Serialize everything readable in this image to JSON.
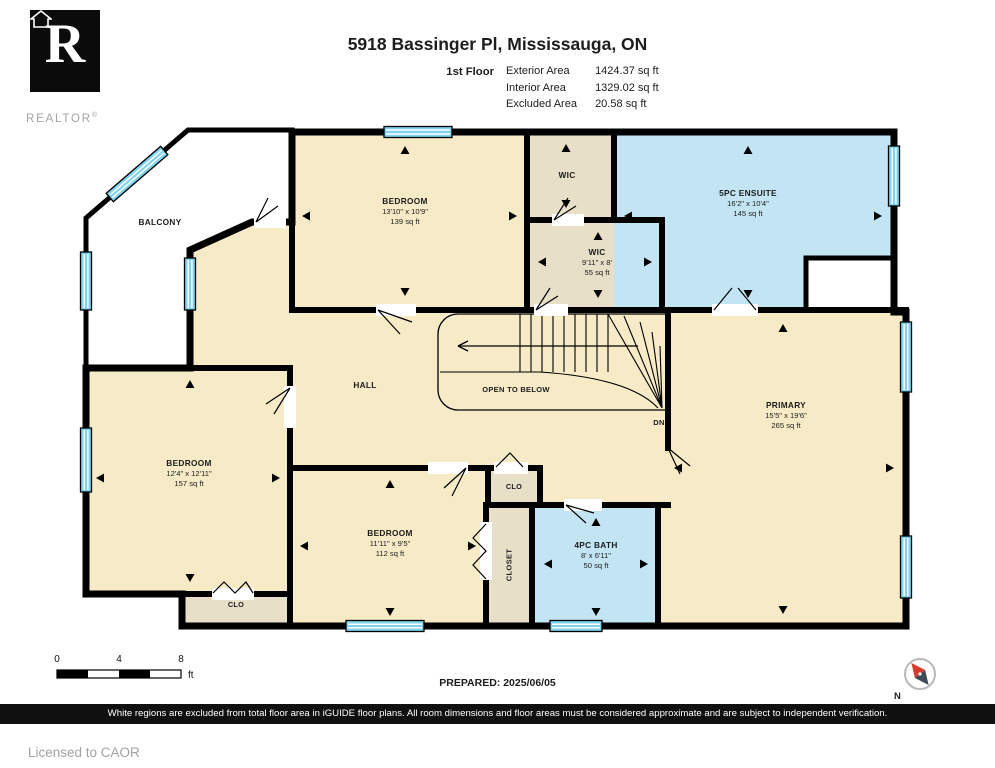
{
  "header": {
    "title": "5918 Bassinger Pl, Mississauga, ON",
    "floor_label": "1st Floor",
    "area_lines": [
      {
        "label": "Exterior Area",
        "value": "1424.37 sq ft"
      },
      {
        "label": "Interior Area",
        "value": "1329.02 sq ft"
      },
      {
        "label": "Excluded Area",
        "value": "20.58 sq ft"
      }
    ]
  },
  "logo": {
    "letter": "R",
    "brand": "REALTOR",
    "reg": "®"
  },
  "rooms": {
    "balcony": {
      "name": "BALCONY"
    },
    "bedroom_top": {
      "name": "BEDROOM",
      "dims": "13'10\" x 10'9\"",
      "area": "139 sq ft"
    },
    "wic_small": {
      "name": "WIC"
    },
    "wic_large": {
      "name": "WIC",
      "dims": "9'11\" x 8'",
      "area": "55 sq ft"
    },
    "ensuite": {
      "name": "5PC ENSUITE",
      "dims": "16'2\" x 10'4\"",
      "area": "145 sq ft"
    },
    "primary": {
      "name": "PRIMARY",
      "dims": "15'5\" x 19'6\"",
      "area": "265 sq ft"
    },
    "hall": {
      "name": "HALL"
    },
    "open_to_below": {
      "name": "OPEN TO BELOW"
    },
    "stairs": {
      "down_label": "DN"
    },
    "bedroom_left": {
      "name": "BEDROOM",
      "dims": "12'4\" x 12'11\"",
      "area": "157 sq ft"
    },
    "bedroom_bottom": {
      "name": "BEDROOM",
      "dims": "11'11\" x 9'5\"",
      "area": "112 sq ft"
    },
    "clo_mid": {
      "name": "CLO"
    },
    "closet": {
      "name": "CLOSET"
    },
    "bath": {
      "name": "4PC BATH",
      "dims": "8' x 6'11\"",
      "area": "50 sq ft"
    },
    "clo_bottom": {
      "name": "CLO"
    }
  },
  "scale_bar": {
    "ticks": [
      "0",
      "4",
      "8"
    ],
    "unit": "ft"
  },
  "prepared_label": "PREPARED: 2025/06/05",
  "compass": {
    "north_label": "N"
  },
  "footer": {
    "disclaimer": "White regions are excluded from total floor area in iGUIDE floor plans. All room dimensions and floor areas must be considered approximate and are subject to independent verification.",
    "licensed_to": "Licensed to CAOR"
  },
  "colors": {
    "floor_cream": "#F7EAC7",
    "room_blue": "#C3E4F3",
    "closet_tan": "#E8DFC9",
    "window_blue": "#7FD3F0",
    "wall_black": "#000000",
    "footer_bg": "#101010",
    "muted_gray": "#A3A3A3"
  }
}
